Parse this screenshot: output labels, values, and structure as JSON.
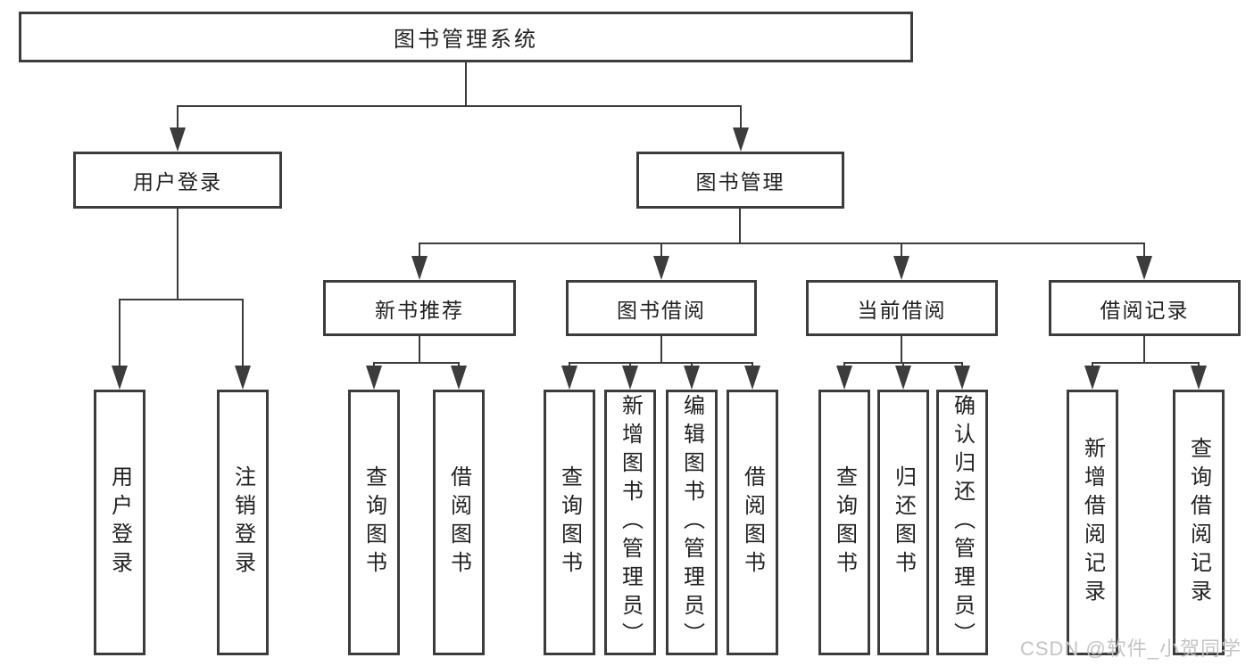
{
  "diagram": {
    "root": {
      "label": "图书管理系统"
    },
    "branches": [
      {
        "label": "用户登录",
        "children": [
          {
            "label": "用户登录"
          },
          {
            "label": "注销登录"
          }
        ]
      },
      {
        "label": "图书管理",
        "children": [
          {
            "label": "新书推荐",
            "children": [
              {
                "label": "查询图书"
              },
              {
                "label": "借阅图书"
              }
            ]
          },
          {
            "label": "图书借阅",
            "children": [
              {
                "label": "查询图书"
              },
              {
                "label": "新增图书（管理员）"
              },
              {
                "label": "编辑图书（管理员）"
              },
              {
                "label": "借阅图书"
              }
            ]
          },
          {
            "label": "当前借阅",
            "children": [
              {
                "label": "查询图书"
              },
              {
                "label": "归还图书"
              },
              {
                "label": "确认归还（管理员）"
              }
            ]
          },
          {
            "label": "借阅记录",
            "children": [
              {
                "label": "新增借阅记录"
              },
              {
                "label": "查询借阅记录"
              }
            ]
          }
        ]
      }
    ]
  },
  "watermark": {
    "text": "CSDN @软件_小贺同学"
  },
  "colors": {
    "line": "#3c3c3c",
    "text": "#222222",
    "background": "#ffffff",
    "watermark": "#c4c4c4"
  }
}
